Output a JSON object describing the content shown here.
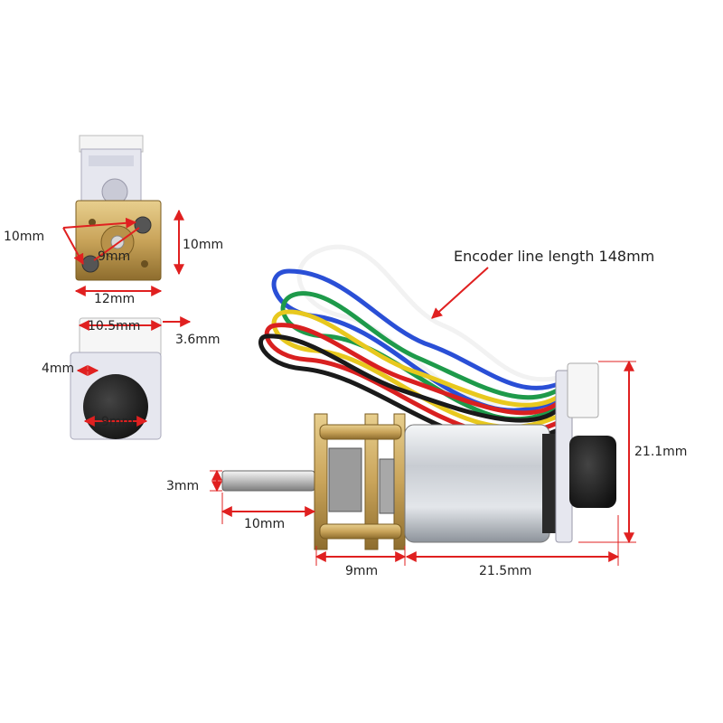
{
  "colors": {
    "dimension_line": "#e02020",
    "brass": "#c9a45a",
    "motor_silver": "#c8ccd2",
    "encoder_board": "#e8e8f0",
    "knob": "#1d1d1d"
  },
  "top_view": {
    "height": "10mm",
    "width_left": "10mm",
    "inner": "9mm",
    "bottom": "12mm"
  },
  "side_view": {
    "connector_width": "10.5mm",
    "connector_depth": "3.6mm",
    "board_gap": "4mm",
    "magnet": "9mm"
  },
  "main_view": {
    "encoder_line": "Encoder line length 148mm",
    "shaft_diameter": "3mm",
    "shaft_length": "10mm",
    "gearbox_length": "9mm",
    "motor_length": "21.5mm",
    "total_height": "21.1mm"
  }
}
